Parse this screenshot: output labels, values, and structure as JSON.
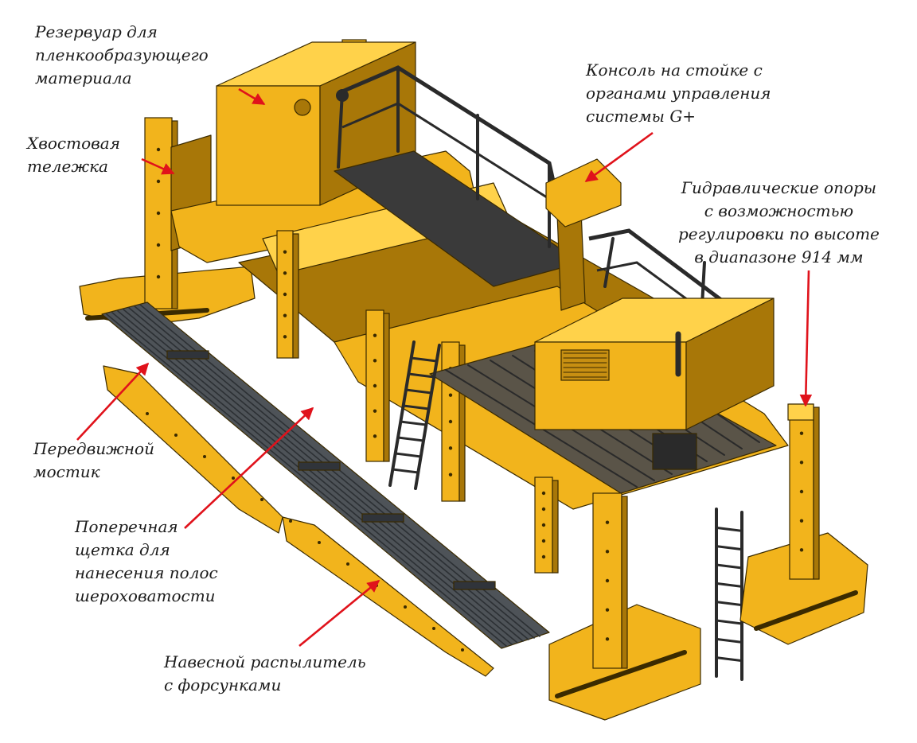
{
  "colors": {
    "body": "#f2b41c",
    "body_light": "#ffd24a",
    "body_dark": "#a87708",
    "outline": "#3a2a00",
    "rail": "#2a2a2a",
    "deck": "#3a3a3a",
    "brush": "#4e5358",
    "arrow": "#e0121b"
  },
  "labels": {
    "tank": [
      "Резервуар для",
      "пленкообразующего",
      "материала"
    ],
    "bogie": [
      "Хвостовая",
      "тележка"
    ],
    "console": [
      "Консоль на стойке с",
      "органами управления",
      "системы G+"
    ],
    "legs": [
      "Гидравлические опоры",
      "с возможностью",
      "регулировки по высоте",
      "в диапазоне 914 мм"
    ],
    "bridge": [
      "Передвижной",
      "мостик"
    ],
    "brush": [
      "Поперечная",
      "щетка для",
      "нанесения полос",
      "шероховатости"
    ],
    "sprayer": [
      "Навесной распылитель",
      "с форсунками"
    ]
  }
}
